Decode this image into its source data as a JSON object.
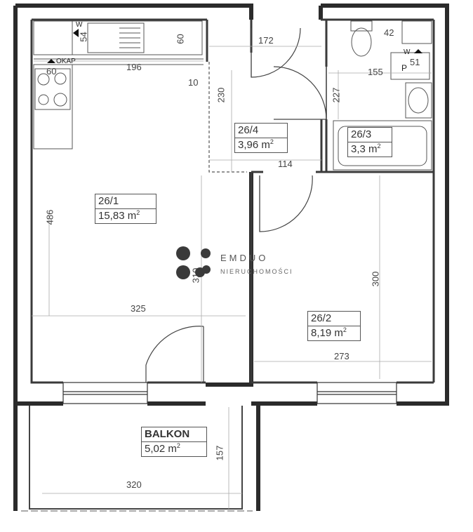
{
  "rooms": {
    "r261": {
      "code": "26/1",
      "area": "15,83 m",
      "unit_sup": "2"
    },
    "r262": {
      "code": "26/2",
      "area": "8,19 m",
      "unit_sup": "2"
    },
    "r263": {
      "code": "26/3",
      "area": "3,3 m",
      "unit_sup": "2"
    },
    "r264": {
      "code": "26/4",
      "area": "3,96 m",
      "unit_sup": "2"
    },
    "balkon": {
      "code": "BALKON",
      "area": "5,02 m",
      "unit_sup": "2"
    }
  },
  "dimensions": {
    "d54": "54",
    "d60_cab": "60",
    "d60": "60",
    "d196": "196",
    "d10": "10",
    "d172": "172",
    "d42": "42",
    "d51": "51",
    "d155": "155",
    "d227": "227",
    "d230": "230",
    "d114": "114",
    "d486": "486",
    "d310": "310",
    "d325": "325",
    "d300": "300",
    "d273": "273",
    "d157": "157",
    "d320": "320"
  },
  "markers": {
    "w_left": "W",
    "w_right": "W",
    "okap": "OKAP",
    "p": "P"
  },
  "logo": {
    "name": "EMDUO",
    "subtitle": "NIERUCHOMOŚCI"
  },
  "colors": {
    "wall": "#2b2b2b",
    "dim_line": "#aaaaaa",
    "logo": "#3a3a3a"
  }
}
